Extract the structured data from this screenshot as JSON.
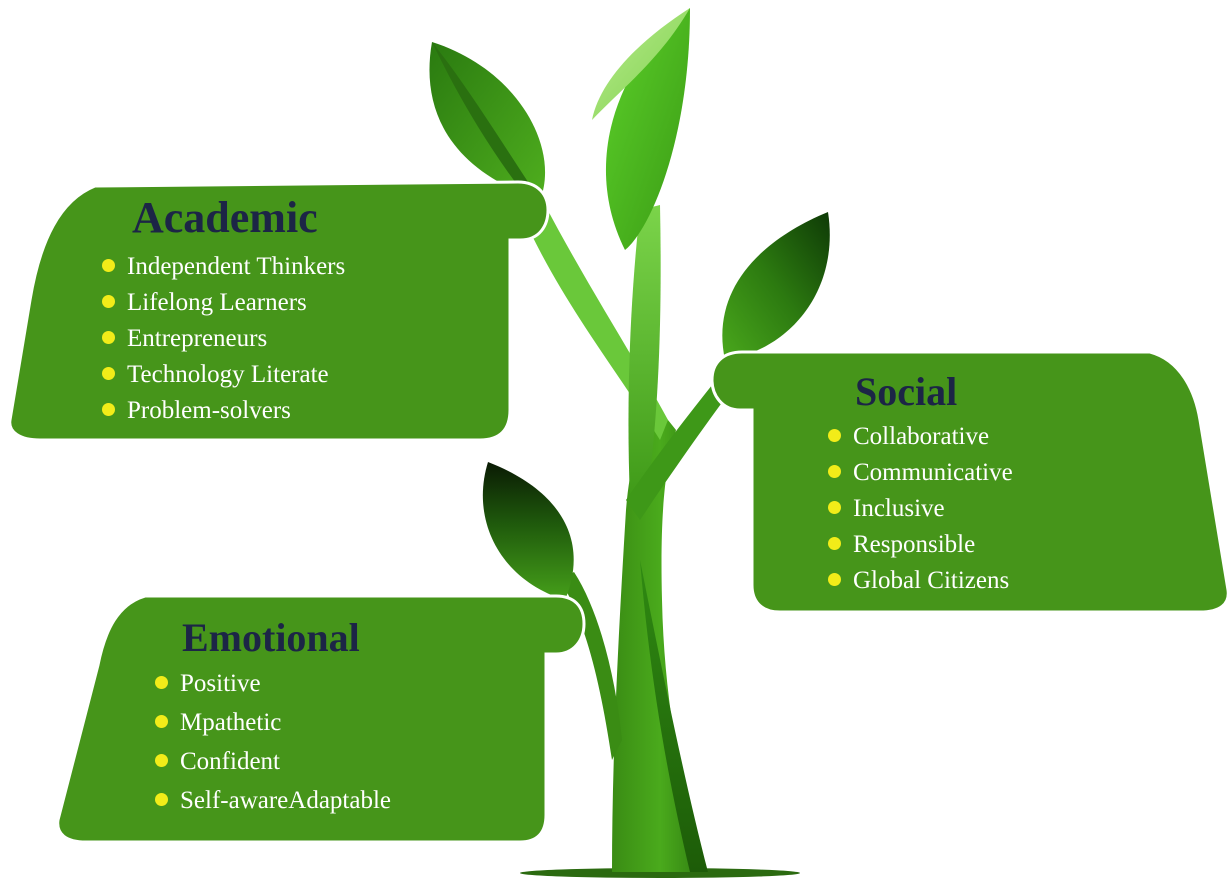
{
  "colors": {
    "panel_green": "#46951a",
    "title_navy": "#1c2546",
    "bullet_yellow": "#f2ec19",
    "bullet_text": "#ffffff"
  },
  "panels": {
    "academic": {
      "title": "Academic",
      "items": [
        "Independent Thinkers",
        "Lifelong Learners",
        "Entrepreneurs",
        "Technology Literate",
        "Problem-solvers"
      ]
    },
    "social": {
      "title": "Social",
      "items": [
        "Collaborative",
        "Communicative",
        "Inclusive",
        "Responsible",
        "Global Citizens"
      ]
    },
    "emotional": {
      "title": "Emotional",
      "items": [
        "Positive",
        "Mpathetic",
        "Confident",
        "Self-awareAdaptable"
      ]
    }
  }
}
